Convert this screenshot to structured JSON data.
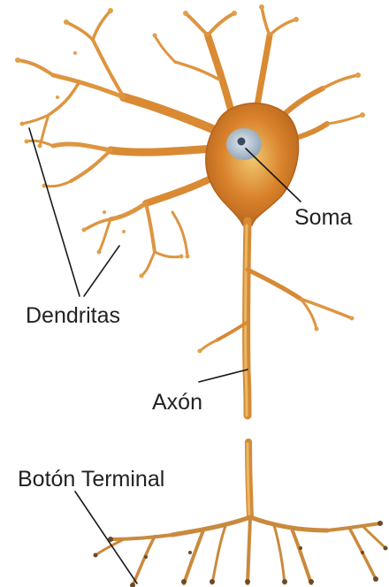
{
  "labels": {
    "soma": "Soma",
    "dendrites": "Dendritas",
    "axon": "Axón",
    "terminal": "Botón Terminal"
  },
  "colors": {
    "background": "#ffffff",
    "cell_body": "#d9822b",
    "cell_dark": "#b4621c",
    "cell_light": "#e9b24a",
    "nucleus": "#a9b8c8",
    "nucleolus": "#3d4a5e",
    "text": "#222222",
    "leader_line": "#1a1a1a"
  }
}
